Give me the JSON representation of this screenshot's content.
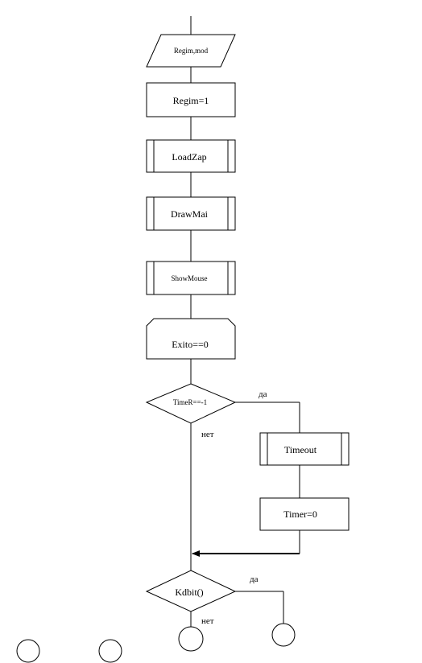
{
  "flowchart": {
    "nodes": {
      "input_regim_mod": "Regim,mod",
      "assign_regim": "Regim=1",
      "call_loadzap": "LoadZap",
      "call_drawmai": "DrawMai",
      "call_showmouse": "ShowMouse",
      "loop_exito": "Exito==0",
      "decision_timer": "TimeR==-1",
      "call_timeout": "Timeout",
      "assign_timer": "Timer=0",
      "decision_kbhit": "Kdbit()"
    },
    "edge_labels": {
      "timer_yes": "да",
      "timer_no": "нет",
      "kbhit_yes": "да",
      "kbhit_no": "нет"
    }
  }
}
